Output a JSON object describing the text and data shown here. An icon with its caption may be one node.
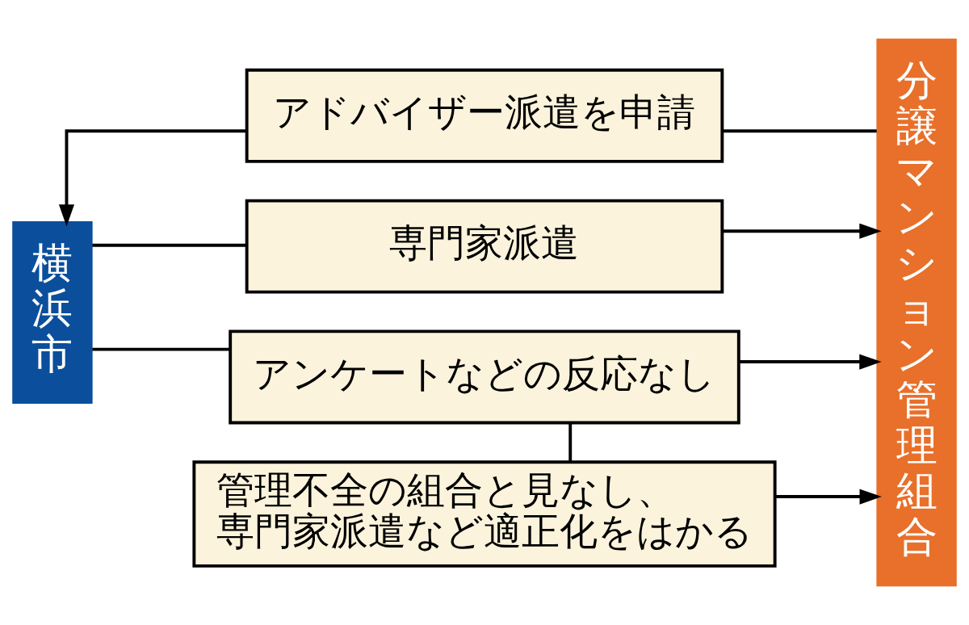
{
  "diagram": {
    "nodes": [
      {
        "text": [
          "横浜市"
        ]
      },
      {
        "text": [
          "分譲マンション管理組合"
        ]
      },
      {
        "text": [
          "アドバイザー派遣を申請"
        ]
      },
      {
        "text": [
          "専門家派遣"
        ]
      },
      {
        "text": [
          "アンケートなどの反応なし"
        ]
      },
      {
        "text": [
          "管理不全の組合と見なし、専門家派遣など適正化をはかる"
        ]
      }
    ],
    "edges": [
      {
        "from": 1,
        "to": 2,
        "arrow": "none"
      },
      {
        "from": 2,
        "to": 0,
        "arrow": "to"
      },
      {
        "from": 0,
        "to": 3,
        "arrow": "none"
      },
      {
        "from": 3,
        "to": 1,
        "arrow": "to"
      },
      {
        "from": 0,
        "to": 4,
        "arrow": "none"
      },
      {
        "from": 4,
        "to": 1,
        "arrow": "to"
      },
      {
        "from": 4,
        "to": 5,
        "arrow": "none"
      },
      {
        "from": 5,
        "to": 1,
        "arrow": "to"
      }
    ]
  }
}
